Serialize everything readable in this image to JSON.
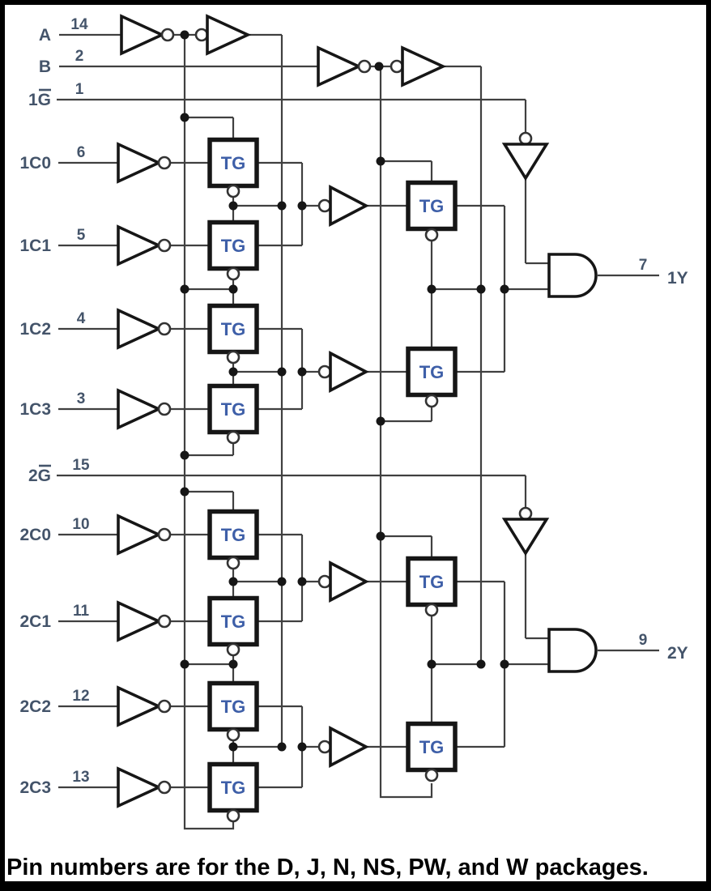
{
  "inputs": [
    {
      "label": "A",
      "pin": "14",
      "overline": false
    },
    {
      "label": "B",
      "pin": "2",
      "overline": false
    },
    {
      "label": "1G",
      "pin": "1",
      "overline": true
    },
    {
      "label": "1C0",
      "pin": "6",
      "overline": false
    },
    {
      "label": "1C1",
      "pin": "5",
      "overline": false
    },
    {
      "label": "1C2",
      "pin": "4",
      "overline": false
    },
    {
      "label": "1C3",
      "pin": "3",
      "overline": false
    },
    {
      "label": "2G",
      "pin": "15",
      "overline": true
    },
    {
      "label": "2C0",
      "pin": "10",
      "overline": false
    },
    {
      "label": "2C1",
      "pin": "11",
      "overline": false
    },
    {
      "label": "2C2",
      "pin": "12",
      "overline": false
    },
    {
      "label": "2C3",
      "pin": "13",
      "overline": false
    }
  ],
  "outputs": [
    {
      "label": "1Y",
      "pin": "7"
    },
    {
      "label": "2Y",
      "pin": "9"
    }
  ],
  "tg": {
    "label": "TG"
  },
  "caption": "Pin numbers are for the D, J, N, NS, PW, and W packages.",
  "colors": {
    "wire": "#404040",
    "component": "#161616",
    "signal_text": "#44546A",
    "tg_text": "#3E5FA8",
    "caption_text": "#000000",
    "background": "#ffffff",
    "border": "#000000"
  }
}
